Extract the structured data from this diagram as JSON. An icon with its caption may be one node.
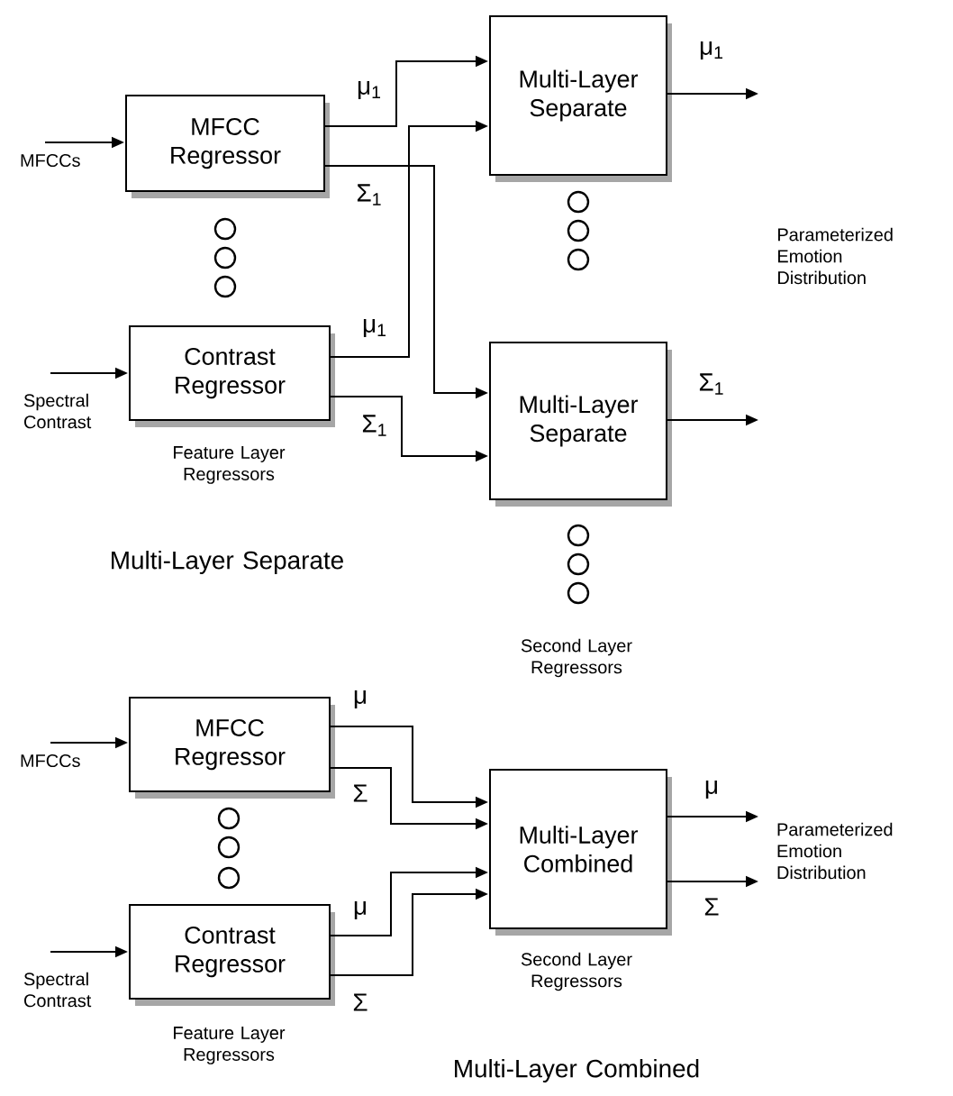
{
  "diagram": {
    "nodes": [
      {
        "text": [
          "MFCCs"
        ]
      },
      {
        "text": [
          "MFCC Regressor"
        ]
      },
      {
        "text": [
          "Spectral Contrast"
        ]
      },
      {
        "text": [
          "Contrast Regressor"
        ]
      },
      {
        "text": [
          "Multi-Layer Separate"
        ]
      },
      {
        "text": [
          "Multi-Layer Separate"
        ]
      },
      {
        "text": [
          "MFCCs"
        ]
      },
      {
        "text": [
          "MFCC Regressor"
        ]
      },
      {
        "text": [
          "Spectral Contrast"
        ]
      },
      {
        "text": [
          "Contrast Regressor"
        ]
      },
      {
        "text": [
          "Multi-Layer Combined"
        ]
      },
      {
        "text": [
          "Parameterized Emotion Distribution"
        ]
      }
    ],
    "edges": [
      {
        "from": 0,
        "to": 1,
        "arrow": "to"
      },
      {
        "from": 2,
        "to": 3,
        "arrow": "to"
      },
      {
        "from": 1,
        "to": 4,
        "arrow": "to",
        "label": "μ$_{1}$"
      },
      {
        "from": 1,
        "to": 5,
        "arrow": "to",
        "label": "Σ$_{1}$"
      },
      {
        "from": 3,
        "to": 4,
        "arrow": "to",
        "label": "μ$_{1}$"
      },
      {
        "from": 3,
        "to": 5,
        "arrow": "to",
        "label": "Σ$_{1}$"
      },
      {
        "from": 4,
        "to": null,
        "arrow": "to",
        "label": "μ$_{1}$"
      },
      {
        "from": 5,
        "to": null,
        "arrow": "to",
        "label": "Σ$_{1}$"
      },
      {
        "from": 6,
        "to": 7,
        "arrow": "to"
      },
      {
        "from": 8,
        "to": 9,
        "arrow": "to"
      },
      {
        "from": 7,
        "to": 10,
        "arrow": "to",
        "label": "μ"
      },
      {
        "from": 7,
        "to": 10,
        "arrow": "to",
        "label": "Σ"
      },
      {
        "from": 9,
        "to": 10,
        "arrow": "to",
        "label": "μ"
      },
      {
        "from": 9,
        "to": 10,
        "arrow": "to",
        "label": "Σ"
      },
      {
        "from": 10,
        "to": 11,
        "arrow": "to",
        "label": "μ"
      },
      {
        "from": 10,
        "to": 11,
        "arrow": "to",
        "label": "Σ"
      }
    ],
    "labels": [
      "Parameterized Emotion Distribution",
      "Feature Layer Regressors",
      "Multi-Layer Separate",
      "Second Layer Regressors",
      "Second Layer Regressors",
      "Feature Layer Regressors",
      "Multi-Layer Combined"
    ]
  }
}
